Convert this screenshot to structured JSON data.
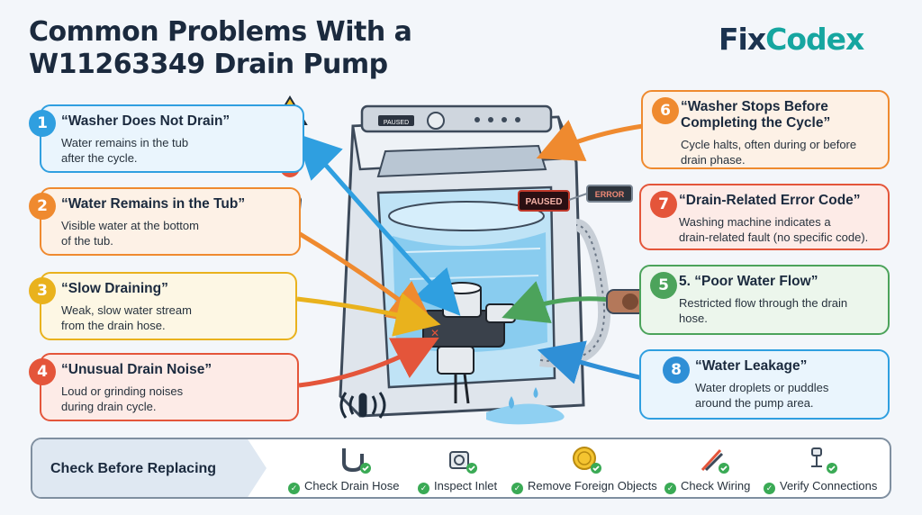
{
  "title": {
    "line1": "Common Problems With a",
    "line2": "W11263349 Drain Pump"
  },
  "logo": {
    "part1": "Fix",
    "part2": "Codex"
  },
  "washer": {
    "display_label": "PAUSED",
    "panel_label": "PAUSED",
    "error_label": "ERROR"
  },
  "problems": [
    {
      "number": "1",
      "title": "“Washer Does Not Drain”",
      "desc1": "Water remains in the tub",
      "desc2": "after the cycle."
    },
    {
      "number": "2",
      "title": "“Water Remains in the Tub”",
      "desc1": "Visible water at the bottom",
      "desc2": "of the tub."
    },
    {
      "number": "3",
      "title": "“Slow Draining”",
      "desc1": "Weak, slow water stream",
      "desc2": "from the drain hose."
    },
    {
      "number": "4",
      "title": "“Unusual Drain Noise”",
      "desc1": "Loud or grinding noises",
      "desc2": "during drain cycle."
    },
    {
      "number": "6",
      "title": "“Washer Stops Before",
      "title2": "Completing the Cycle”",
      "desc1": "Cycle halts, often during or before",
      "desc2": "drain phase."
    },
    {
      "number": "7",
      "title": "“Drain-Related Error Code”",
      "desc1": "Washing machine indicates a",
      "desc2": "drain-related fault (no specific code)."
    },
    {
      "number": "5",
      "title": "5. “Poor Water Flow”",
      "desc1": "Restricted flow through the drain",
      "desc2": "hose."
    },
    {
      "number": "8",
      "title": "“Water Leakage”",
      "desc1": "Water droplets or puddles",
      "desc2": "around the pump area."
    }
  ],
  "checks": {
    "heading": "Check Before Replacing",
    "items": [
      "Check Drain Hose",
      "Inspect Inlet",
      "Remove Foreign Objects",
      "Check Wiring",
      "Verify Connections"
    ],
    "tick": "✓"
  },
  "colors": {
    "blue": "#2f9fe0",
    "orange": "#ef8a2f",
    "yellow": "#e9b21d",
    "red": "#e4553a",
    "green": "#4ca35b",
    "teal": "#16a6a0"
  }
}
